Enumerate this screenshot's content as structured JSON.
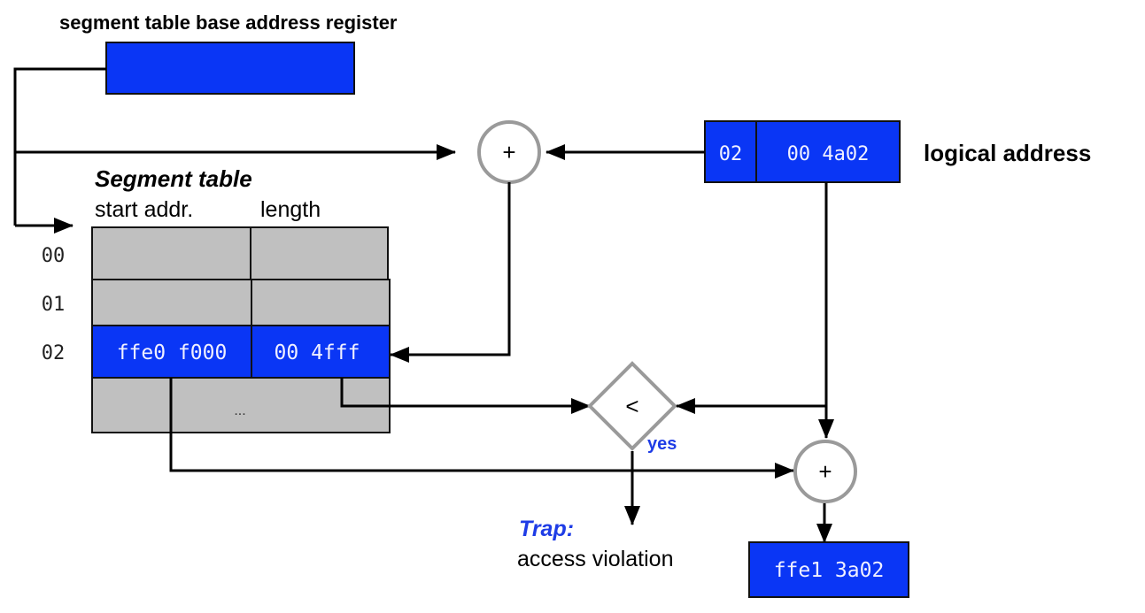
{
  "colors": {
    "register_blue": "#0a36f5",
    "table_gray": "#c0c0c0",
    "node_stroke": "#9a9a9a",
    "accent_text": "#1e3ce6",
    "line": "#000000"
  },
  "register": {
    "label": "segment table base address register",
    "value": ""
  },
  "logical_address": {
    "label": "logical address",
    "segment": "02",
    "offset": "00 4a02"
  },
  "segment_table": {
    "title": "Segment table",
    "columns": [
      "start addr.",
      "length"
    ],
    "rows": [
      {
        "index": "00",
        "start": "",
        "length": "",
        "highlighted": false
      },
      {
        "index": "01",
        "start": "",
        "length": "",
        "highlighted": false
      },
      {
        "index": "02",
        "start": "ffe0 f000",
        "length": "00 4fff",
        "highlighted": true
      }
    ],
    "ellipsis": "..."
  },
  "nodes": {
    "adder_top": "+",
    "comparator": "<",
    "adder_bottom": "+",
    "yes_label": "yes"
  },
  "trap": {
    "title": "Trap:",
    "message": "access violation"
  },
  "physical_address": {
    "value": "ffe1 3a02"
  }
}
